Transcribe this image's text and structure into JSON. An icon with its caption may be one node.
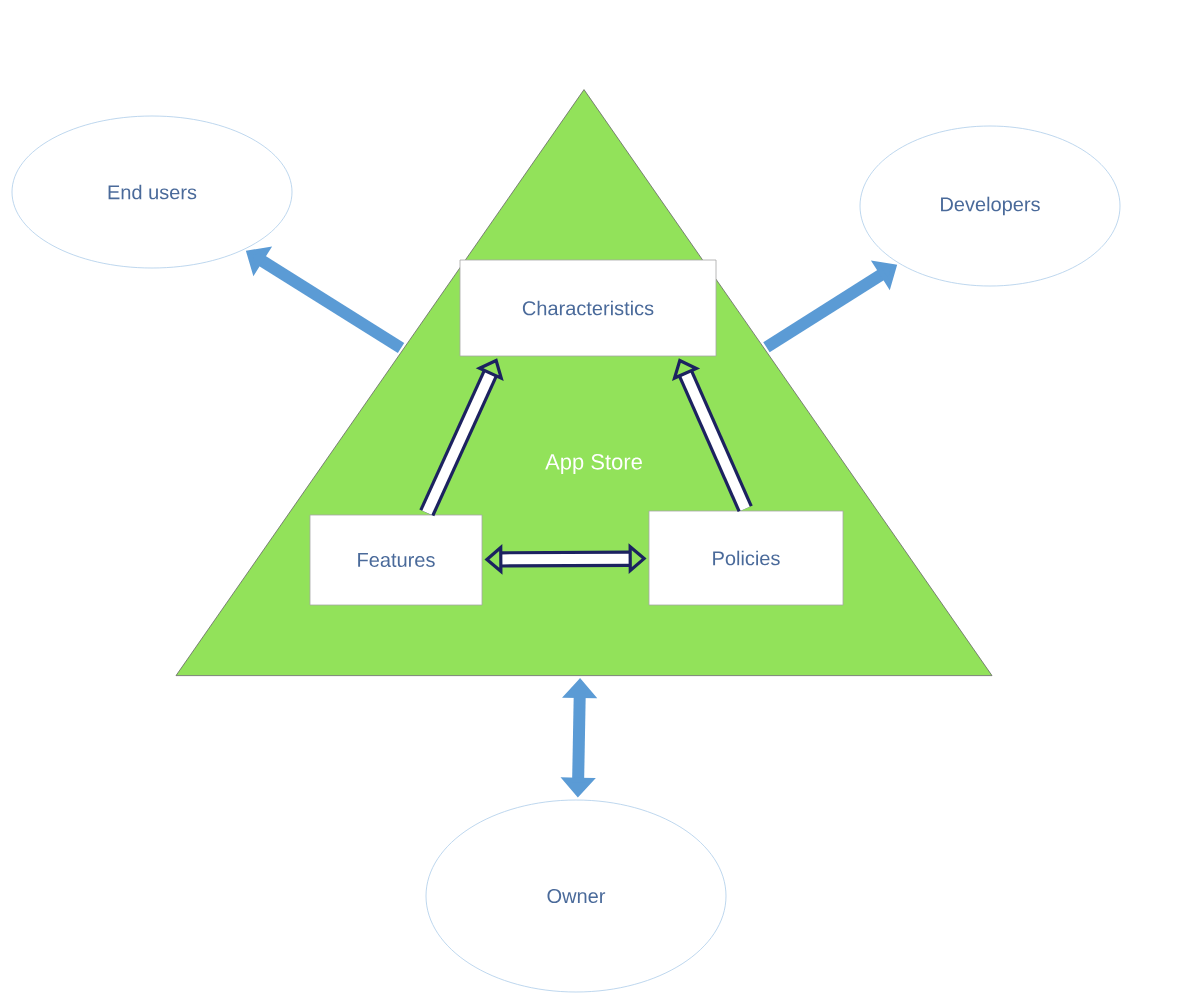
{
  "diagram": {
    "nodes": [
      {
        "text": [
          "App Store"
        ]
      },
      {
        "text": [
          "Characteristics"
        ],
        "in": 0
      },
      {
        "text": [
          "Features"
        ],
        "in": 0
      },
      {
        "text": [
          "Policies"
        ],
        "in": 0
      },
      {
        "text": [
          "End users"
        ]
      },
      {
        "text": [
          "Developers"
        ]
      },
      {
        "text": [
          "Owner"
        ]
      }
    ],
    "edges": [
      {
        "from": 0,
        "to": 4,
        "arrow": "to"
      },
      {
        "from": 0,
        "to": 5,
        "arrow": "to"
      },
      {
        "from": 0,
        "to": 6,
        "arrow": "both"
      },
      {
        "from": 2,
        "to": 1,
        "arrow": "to",
        "color": "#1c2260"
      },
      {
        "from": 3,
        "to": 1,
        "arrow": "to",
        "color": "#1c2260"
      },
      {
        "from": 2,
        "to": 3,
        "arrow": "both",
        "color": "#1c2260"
      }
    ]
  }
}
